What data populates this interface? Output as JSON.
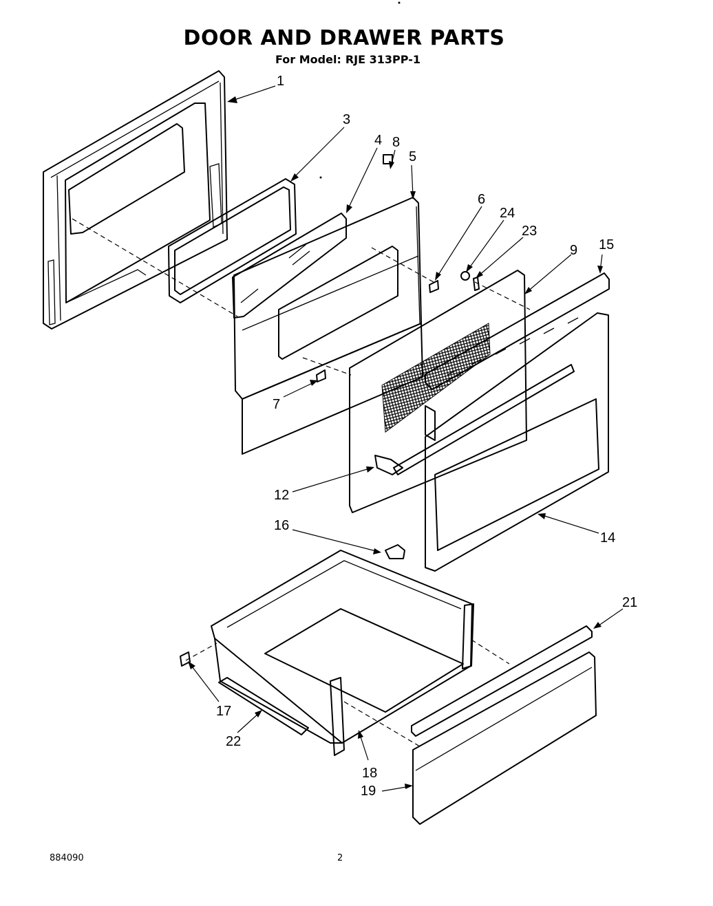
{
  "header": {
    "title": "DOOR AND DRAWER PARTS",
    "model_prefix": "For Model:",
    "model": "RJE 313PP-1"
  },
  "callouts": [
    {
      "id": "c1",
      "label": "1"
    },
    {
      "id": "c3",
      "label": "3"
    },
    {
      "id": "c4",
      "label": "4"
    },
    {
      "id": "c8",
      "label": "8"
    },
    {
      "id": "c5",
      "label": "5"
    },
    {
      "id": "c6",
      "label": "6"
    },
    {
      "id": "c24",
      "label": "24"
    },
    {
      "id": "c23",
      "label": "23"
    },
    {
      "id": "c9",
      "label": "9"
    },
    {
      "id": "c15",
      "label": "15"
    },
    {
      "id": "c7",
      "label": "7"
    },
    {
      "id": "c12",
      "label": "12"
    },
    {
      "id": "c16",
      "label": "16"
    },
    {
      "id": "c14",
      "label": "14"
    },
    {
      "id": "c21",
      "label": "21"
    },
    {
      "id": "c17",
      "label": "17"
    },
    {
      "id": "c22",
      "label": "22"
    },
    {
      "id": "c18",
      "label": "18"
    },
    {
      "id": "c19",
      "label": "19"
    }
  ],
  "footer": {
    "doc_number": "884090",
    "page_number": "2"
  }
}
